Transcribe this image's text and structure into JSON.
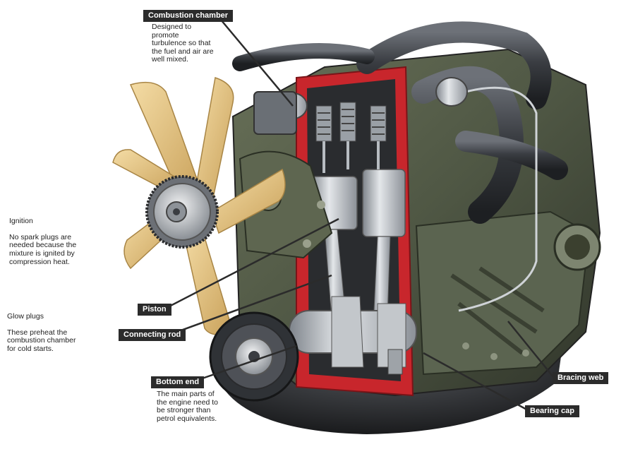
{
  "labels": {
    "combustion_chamber": {
      "title": "Combustion chamber",
      "desc": "Designed to\npromote\nturbulence so that\nthe fuel and air are\nwell mixed."
    },
    "piston": {
      "title": "Piston"
    },
    "connecting_rod": {
      "title": "Connecting rod"
    },
    "bottom_end": {
      "title": "Bottom end",
      "desc": "The main parts of\nthe engine need to\nbe stronger than\npetrol equivalents."
    },
    "bracing_web": {
      "title": "Bracing web"
    },
    "bearing_cap": {
      "title": "Bearing cap"
    }
  },
  "side_notes": {
    "ignition": {
      "title": "Ignition",
      "text": "No spark plugs are\nneeded because the\nmixture is ignited by\ncompression heat."
    },
    "glow_plugs": {
      "title": "Glow plugs",
      "text": "These preheat the\ncombustion chamber\nfor cold starts."
    }
  },
  "colors": {
    "label_bg": "#2b2b2b",
    "label_text": "#ffffff",
    "leader_line": "#2b2b2b",
    "engine_block": "#4f5744",
    "cutaway_red": "#c8262c",
    "fan_blade": "#e7c782",
    "metal": "#b9bdc2",
    "pipe": "#3a3d42"
  },
  "illustration": "diesel-engine-cutaway"
}
